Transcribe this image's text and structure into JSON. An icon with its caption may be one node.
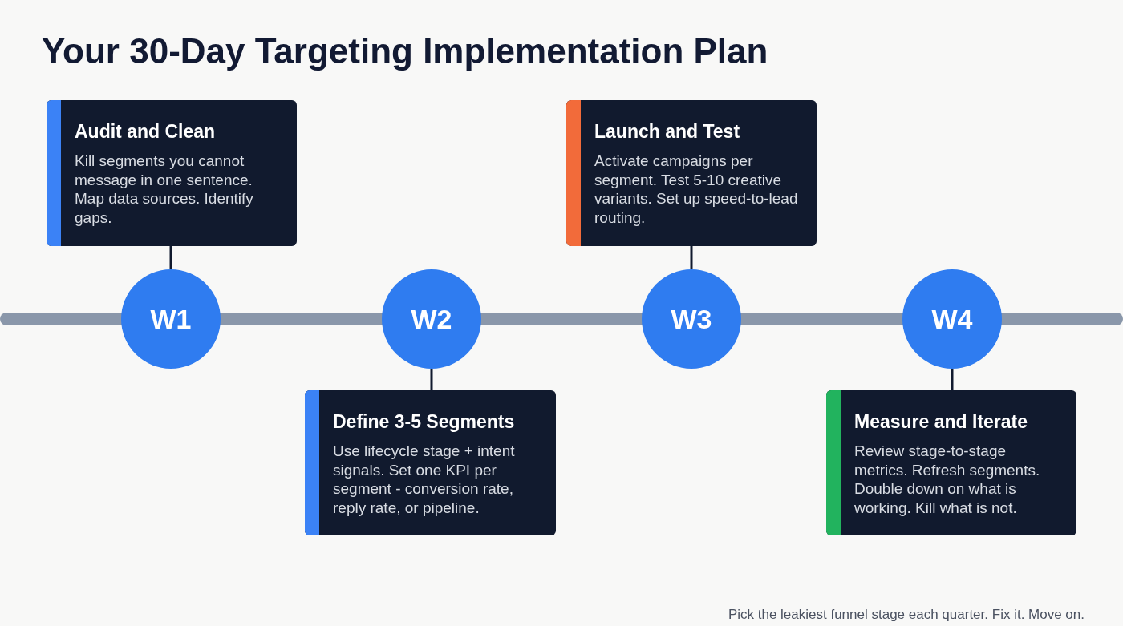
{
  "diagram": {
    "title": "Your 30-Day Targeting Implementation Plan",
    "nodes": [
      {
        "text": [
          "Audit and Clean",
          "Kill segments you cannot message in one sentence. Map data sources. Identify gaps."
        ]
      },
      {
        "text": [
          "Launch and Test",
          "Activate campaigns per segment. Test 5-10 creative variants. Set up speed-to-lead routing."
        ]
      },
      {
        "text": [
          "W1"
        ]
      },
      {
        "text": [
          "W2"
        ]
      },
      {
        "text": [
          "W3"
        ]
      },
      {
        "text": [
          "W4"
        ]
      },
      {
        "text": [
          "Define 3-5 Segments",
          "Use lifecycle stage + intent signals. Set one KPI per segment - conversion rate, reply rate, or pipeline."
        ]
      },
      {
        "text": [
          "Measure and Iterate",
          "Review stage-to-stage metrics. Refresh segments. Double down on what is working. Kill what is not."
        ]
      }
    ],
    "edges": [
      {
        "from": 2,
        "to": 0,
        "arrow": "none"
      },
      {
        "from": 3,
        "to": 6,
        "arrow": "none"
      },
      {
        "from": 4,
        "to": 1,
        "arrow": "none"
      },
      {
        "from": 5,
        "to": 7,
        "arrow": "none"
      }
    ],
    "caption": "Pick the leakiest funnel stage each quarter. Fix it. Move on."
  }
}
